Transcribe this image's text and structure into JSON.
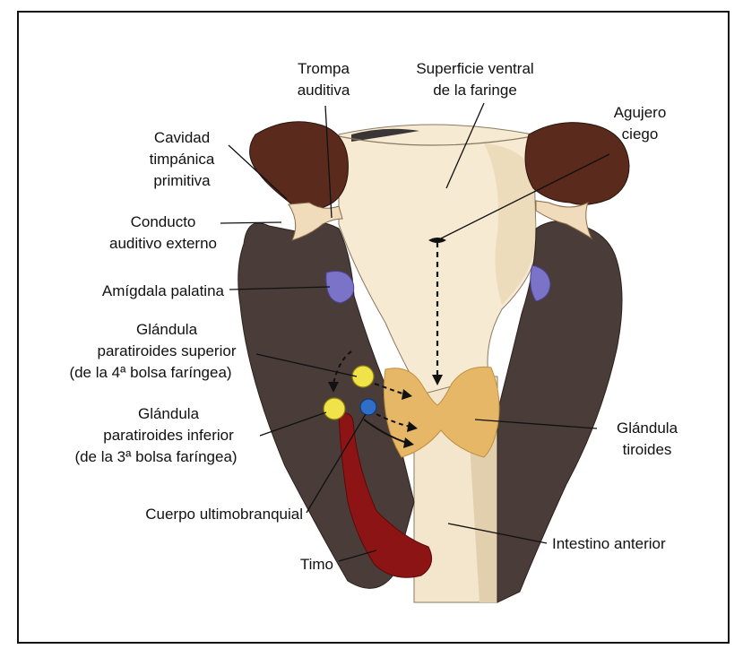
{
  "labels": {
    "trompa_1": "Trompa",
    "trompa_2": "auditiva",
    "superficie_1": "Superficie ventral",
    "superficie_2": "de la faringe",
    "agujero_1": "Agujero",
    "agujero_2": "ciego",
    "cavidad_1": "Cavidad",
    "cavidad_2": "timpánica",
    "cavidad_3": "primitiva",
    "conducto_1": "Conducto",
    "conducto_2": "auditivo externo",
    "amigdala": "Amígdala palatina",
    "sup_1": "Glándula",
    "sup_2": "paratiroides superior",
    "sup_3": "(de la 4ª bolsa faríngea)",
    "inf_1": "Glándula",
    "inf_2": "paratiroides inferior",
    "inf_3": "(de la 3ª bolsa faríngea)",
    "tiroides_1": "Glándula",
    "tiroides_2": "tiroides",
    "ultimo": "Cuerpo ultimobranquial",
    "intestino": "Intestino anterior",
    "timo": "Timo"
  },
  "colors": {
    "arch_dark": "#4a3c38",
    "arch_brown": "#5a2a1c",
    "pharynx": "#f6ead2",
    "pharynx_shade": "#e8d6b4",
    "thyroid": "#e5b767",
    "tonsil": "#7b73c8",
    "parathyroid": "#f0e34a",
    "ultimobranchial": "#2f6fc8",
    "thymus": "#8c1414",
    "text": "#111111"
  }
}
